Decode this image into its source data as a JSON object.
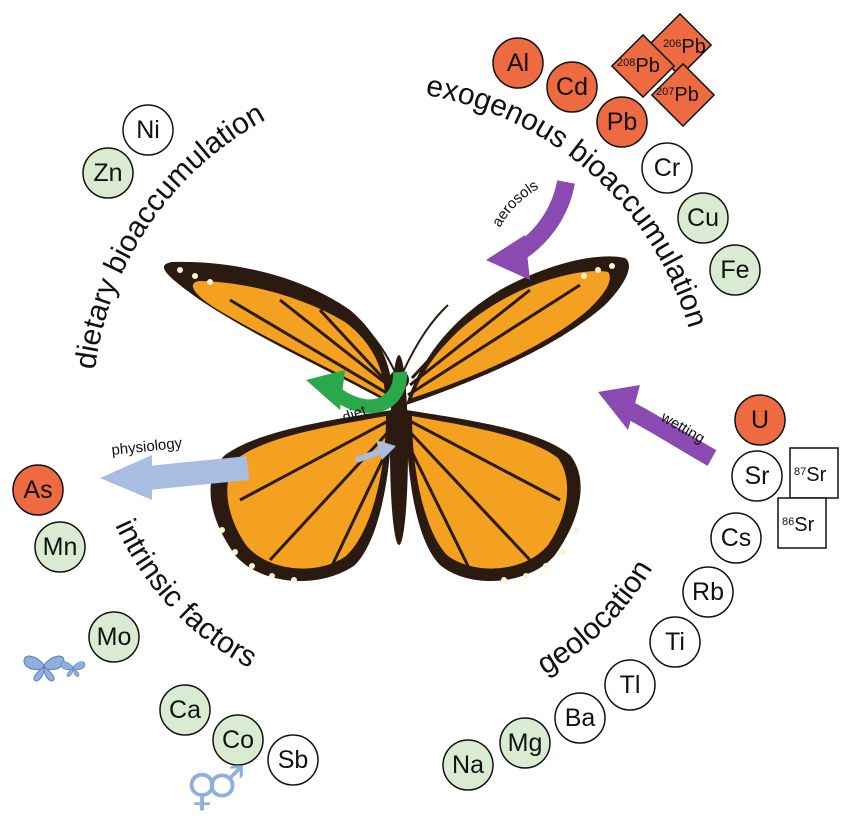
{
  "colors": {
    "green_fill": "#d9ecd2",
    "red_fill": "#ee6a41",
    "white_fill": "#ffffff",
    "purple_arrow": "#8a4ab2",
    "green_arrow": "#2aa84a",
    "blue_arrow": "#a9bde3",
    "wing_orange": "#f4a020",
    "wing_black": "#2a1a10",
    "symbol_blue": "#8fb0dc"
  },
  "categories": {
    "dietary": "dietary bioaccumulation",
    "exogenous": "exogenous bioaccumulation",
    "intrinsic": "intrinsic factors",
    "geolocation": "geolocation"
  },
  "arrows": {
    "aerosols": "aerosols",
    "wetting": "wetting",
    "diet": "diet",
    "physiology": "physiology"
  },
  "elements": {
    "ni": {
      "symbol": "Ni",
      "fill": "white"
    },
    "zn": {
      "symbol": "Zn",
      "fill": "green"
    },
    "al": {
      "symbol": "Al",
      "fill": "red"
    },
    "cd": {
      "symbol": "Cd",
      "fill": "red"
    },
    "pb": {
      "symbol": "Pb",
      "fill": "red"
    },
    "cr": {
      "symbol": "Cr",
      "fill": "white"
    },
    "cu": {
      "symbol": "Cu",
      "fill": "green"
    },
    "fe": {
      "symbol": "Fe",
      "fill": "green"
    },
    "u": {
      "symbol": "U",
      "fill": "red"
    },
    "sr": {
      "symbol": "Sr",
      "fill": "white"
    },
    "cs": {
      "symbol": "Cs",
      "fill": "white"
    },
    "rb": {
      "symbol": "Rb",
      "fill": "white"
    },
    "ti": {
      "symbol": "Ti",
      "fill": "white"
    },
    "tl": {
      "symbol": "Tl",
      "fill": "white"
    },
    "ba": {
      "symbol": "Ba",
      "fill": "white"
    },
    "mg": {
      "symbol": "Mg",
      "fill": "green"
    },
    "na": {
      "symbol": "Na",
      "fill": "green"
    },
    "as": {
      "symbol": "As",
      "fill": "red"
    },
    "mn": {
      "symbol": "Mn",
      "fill": "green"
    },
    "mo": {
      "symbol": "Mo",
      "fill": "green"
    },
    "ca": {
      "symbol": "Ca",
      "fill": "green"
    },
    "co": {
      "symbol": "Co",
      "fill": "green"
    },
    "sb": {
      "symbol": "Sb",
      "fill": "white"
    }
  },
  "isotopes": {
    "pb206": {
      "mass": "206",
      "symbol": "Pb"
    },
    "pb208": {
      "mass": "208",
      "symbol": "Pb"
    },
    "pb207": {
      "mass": "207",
      "symbol": "Pb"
    },
    "sr87": {
      "mass": "87",
      "symbol": "Sr"
    },
    "sr86": {
      "mass": "86",
      "symbol": "Sr"
    }
  },
  "symbols": {
    "female": "♀",
    "male": "♂"
  },
  "icons": [
    "butterfly-image",
    "small-butterfly-icon",
    "female-icon",
    "male-icon"
  ]
}
